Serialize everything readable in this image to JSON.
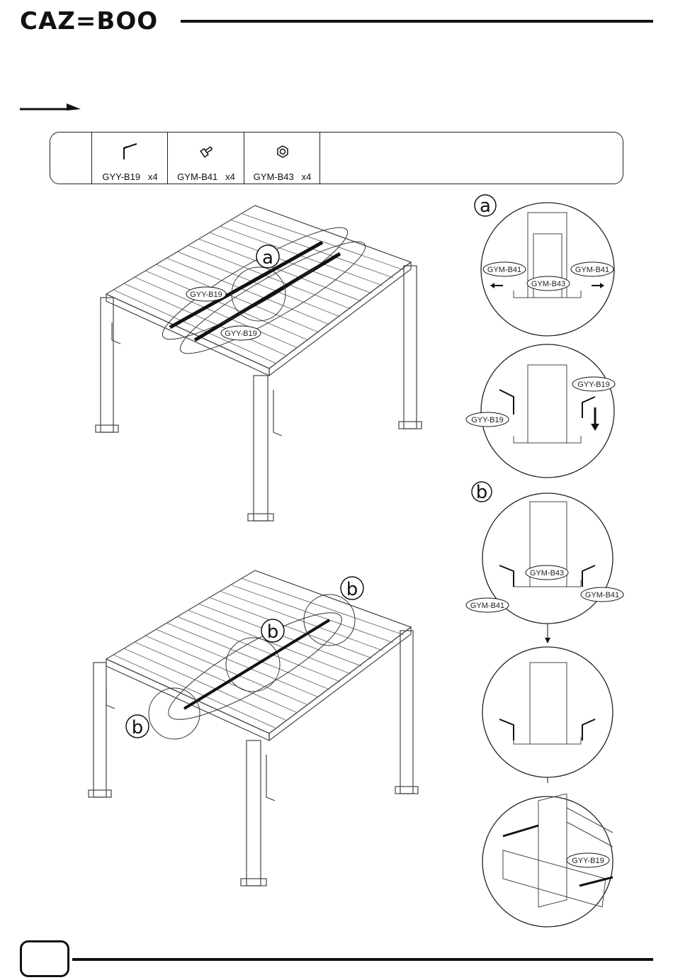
{
  "header": {
    "brand": "CAZ=BOO"
  },
  "parts": [
    {
      "code": "GYY-B19",
      "qty": "x4",
      "icon": "bracket-icon"
    },
    {
      "code": "GYM-B41",
      "qty": "x4",
      "icon": "screw-icon"
    },
    {
      "code": "GYM-B43",
      "qty": "x4",
      "icon": "nut-icon"
    }
  ],
  "callouts": {
    "a": "a",
    "b": "b"
  },
  "tags": {
    "gyy_b19": "GYY-B19",
    "gym_b41": "GYM-B41",
    "gym_b43": "GYM-B43"
  }
}
